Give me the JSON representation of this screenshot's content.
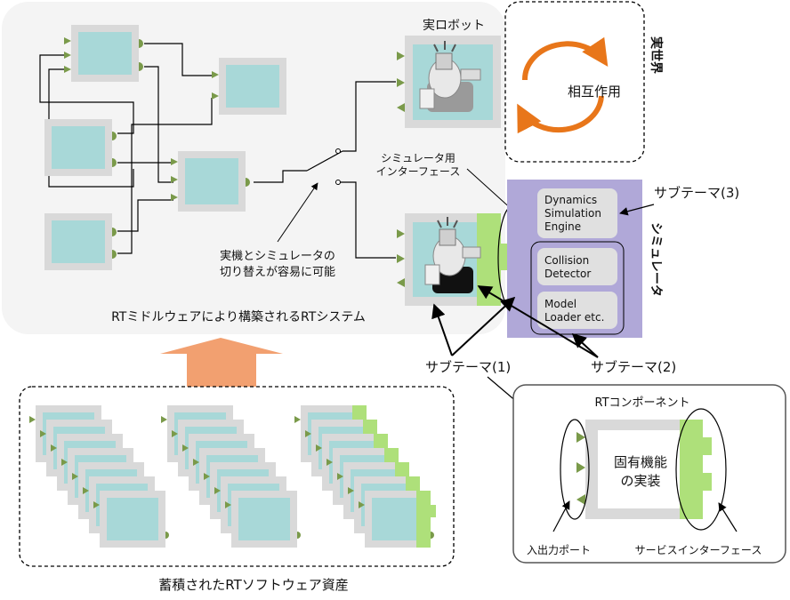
{
  "labels": {
    "real_robot": "実ロボット",
    "real_world": "実世界",
    "interaction": "相互作用",
    "simulator_if_line1": "シミュレータ用",
    "simulator_if_line2": "インターフェース",
    "switch_note_line1": "実機とシミュレータの",
    "switch_note_line2": "切り替えが容易に可能",
    "rt_system": "RTミドルウェアにより構築されるRTシステム",
    "simulator": "シミュレータ",
    "dynamics_line1": "Dynamics",
    "dynamics_line2": "Simulation",
    "dynamics_line3": "Engine",
    "collision_line1": "Collision",
    "collision_line2": "Detector",
    "model_line1": "Model",
    "model_line2": "Loader etc.",
    "subtheme3": "サブテーマ(3)",
    "subtheme1": "サブテーマ(1)",
    "subtheme2": "サブテーマ(2)",
    "rt_component": "RTコンポーネント",
    "inherent_line1": "固有機能",
    "inherent_line2": "の実装",
    "io_port": "入出力ポート",
    "service_if": "サービスインターフェース",
    "software_assets": "蓄積されたRTソフトウェア資産"
  },
  "colors": {
    "component_fill": "#a8d8d8",
    "component_frame": "#d9d9d9",
    "port_green": "#7a9a4a",
    "service_green": "#aee07a",
    "simulator_purple": "#b0a8d8",
    "arrow_orange": "#e8761a",
    "up_arrow": "#f2a070"
  }
}
